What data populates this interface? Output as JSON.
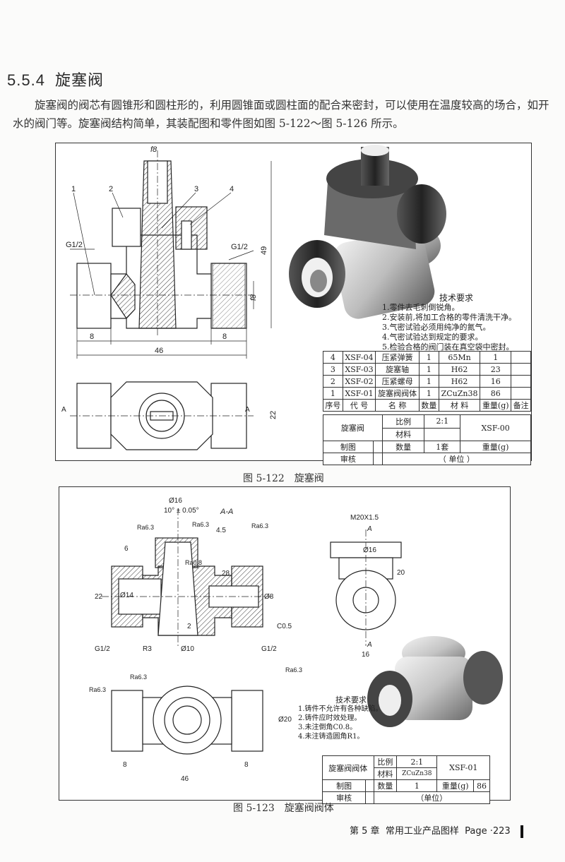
{
  "section": {
    "number": "5.5.4",
    "title": "旋塞阀"
  },
  "intro": "旋塞阀的阀芯有圆锥形和圆柱形的，利用圆锥面或圆柱面的配合来密封，可以使用在温度较高的场合，如开水的阀门等。旋塞阀结构简单，其装配图和零件图如图 5-122～图 5-126 所示。",
  "fig1": {
    "caption": "图 5-122　旋塞阀",
    "labels": {
      "f8_top": "f8",
      "balloon1": "1",
      "balloon2": "2",
      "balloon3": "3",
      "balloon4": "4",
      "g_left": "G1/2",
      "g_right": "G1/2",
      "dim_49": "49",
      "f8_side": "f8",
      "dim_8a": "8",
      "dim_8b": "8",
      "dim_46": "46",
      "dim_22": "22",
      "sec_a1": "A",
      "sec_a2": "A"
    },
    "tech_title": "技术要求",
    "tech": [
      "1.零件去毛刺倒锐角。",
      "2.安装前,将加工合格的零件清洗干净。",
      "3.气密试验必须用纯净的氮气。",
      "4.气密试验达到规定的要求。",
      "5.检验合格的阀门装在真空袋中密封。"
    ],
    "bom_rows": [
      [
        "4",
        "XSF-04",
        "压紧弹簧",
        "1",
        "65Mn",
        "1",
        ""
      ],
      [
        "3",
        "XSF-03",
        "旋塞轴",
        "1",
        "H62",
        "23",
        ""
      ],
      [
        "2",
        "XSF-02",
        "压紧螺母",
        "1",
        "H62",
        "16",
        ""
      ],
      [
        "1",
        "XSF-01",
        "旋塞阀阀体",
        "1",
        "ZCuZn38",
        "86",
        ""
      ]
    ],
    "bom_header": [
      "序号",
      "代 号",
      "名 称",
      "数量",
      "材 料",
      "重量(g)",
      "备注"
    ],
    "title_block": {
      "name": "旋塞阀",
      "scale_label": "比例",
      "scale": "2:1",
      "code": "XSF-00",
      "material_label": "材料",
      "drawn": "制图",
      "qty_label": "数量",
      "qty": "1套",
      "weight_label": "重量(g)",
      "check": "审核",
      "unit": "（ 单位 ）"
    }
  },
  "fig2": {
    "caption": "图 5-123　旋塞阀阀体",
    "labels": {
      "d16": "Ø16",
      "angle": "10° ± 0.05°",
      "aa": "A-A",
      "ra1": "Ra6.3",
      "ra2": "Ra6.3",
      "ra3": "Ra6.3",
      "d45": "4.5",
      "d6": "6",
      "ra08": "Ra0.8",
      "d28": "28",
      "d14": "Ø14",
      "d22": "22",
      "d8": "Ø8",
      "d2": "2",
      "c05": "C0.5",
      "g1": "G1/2",
      "r3": "R3",
      "d10": "Ø10",
      "g2": "G1/2",
      "m20": "M20X1.5",
      "a_top": "A",
      "d16b": "Ø16",
      "d20": "20",
      "a_bot": "A",
      "d16c": "16",
      "ra4": "Ra6.3",
      "ra5": "Ra6.3",
      "ra6": "Ra6.3",
      "d20b": "Ø20",
      "d8a": "8",
      "d8b": "8",
      "d46": "46"
    },
    "tech_title": "技术要求",
    "tech": [
      "1.铸件不允许有各种缺陷。",
      "2.铸件应时效处理。",
      "3.未注倒角C0.8。",
      "4.未注铸造圆角R1。"
    ],
    "title_block": {
      "name": "旋塞阀阀体",
      "scale_label": "比例",
      "scale": "2:1",
      "material_label": "材料",
      "material": "ZCuZn38",
      "code": "XSF-01",
      "drawn": "制图",
      "qty_label": "数量",
      "qty": "1",
      "weight_label": "重量(g)",
      "weight": "86",
      "check": "审核",
      "unit": "（单位）"
    }
  },
  "footer": {
    "chapter": "第 5 章",
    "title": "常用工业产品图样",
    "page": "Page ·223"
  }
}
